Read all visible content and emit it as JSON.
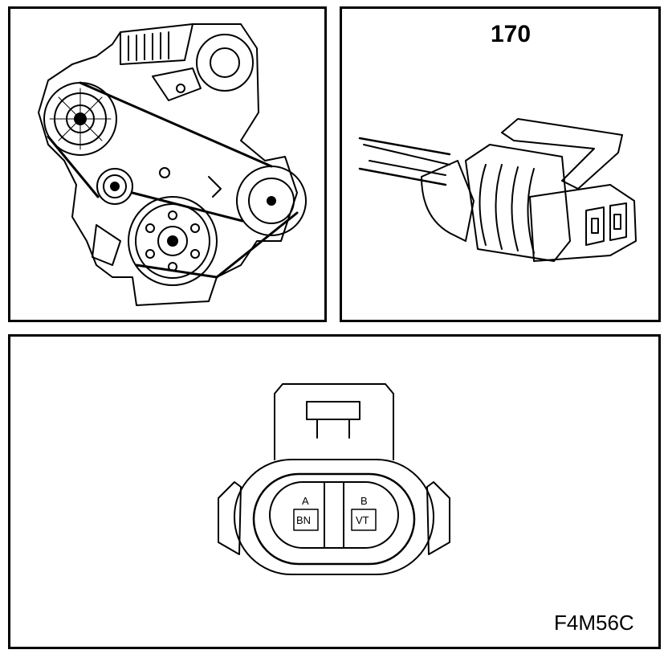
{
  "callout_number": "170",
  "figure_code": "F4M56C",
  "connector": {
    "pins": [
      {
        "letter": "A",
        "wire_color": "BN"
      },
      {
        "letter": "B",
        "wire_color": "VT"
      }
    ]
  },
  "colors": {
    "line": "#000000",
    "background": "#ffffff"
  }
}
